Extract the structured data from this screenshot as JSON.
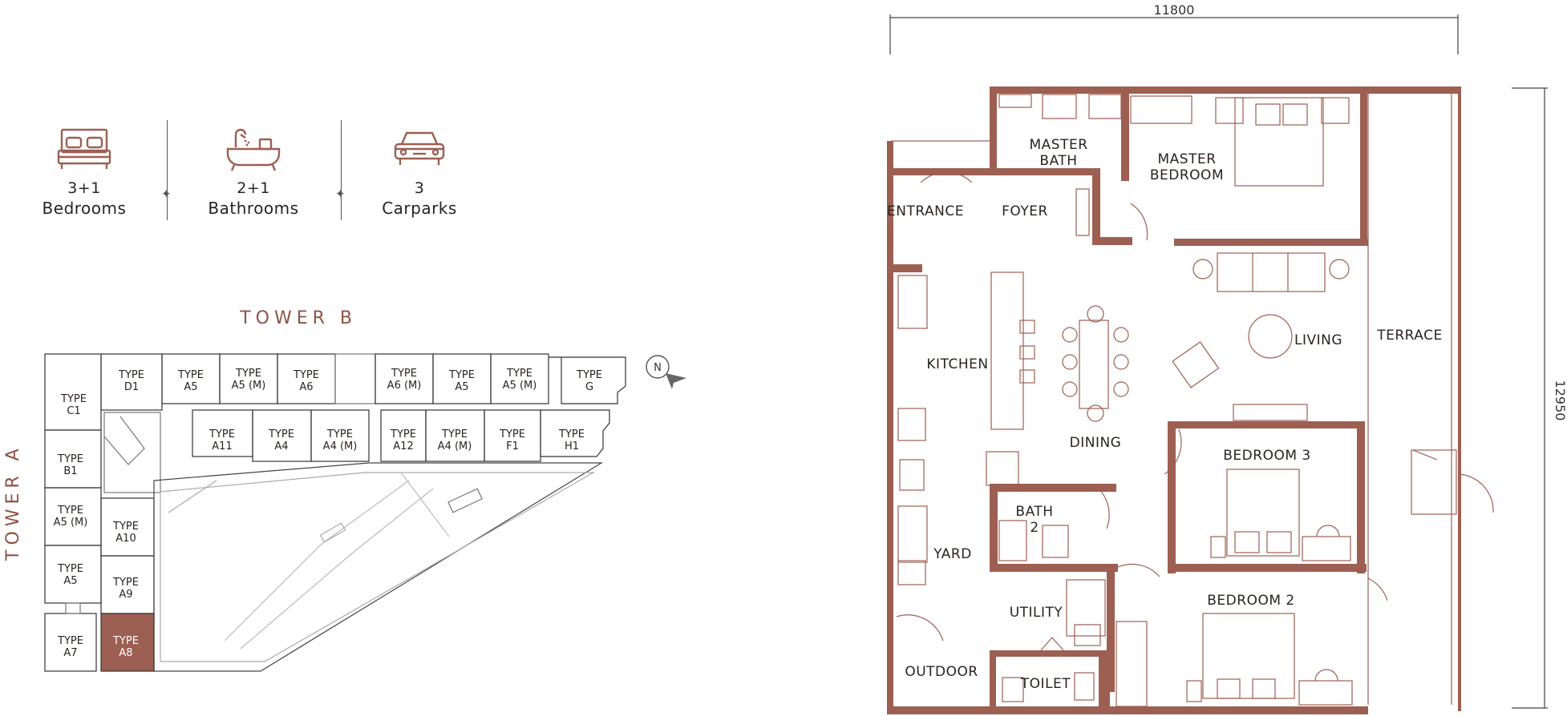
{
  "features": [
    {
      "icon": "bed-icon",
      "value": "3+1",
      "label": "Bedrooms"
    },
    {
      "icon": "bathtub-icon",
      "value": "2+1",
      "label": "Bathrooms"
    },
    {
      "icon": "car-icon",
      "value": "3",
      "label": "Carparks"
    }
  ],
  "site_plan": {
    "tower_b_label": "TOWER B",
    "tower_a_label": "TOWER A",
    "north_label": "N",
    "units": {
      "d1": [
        "TYPE",
        "D1"
      ],
      "a5_top": [
        "TYPE",
        "A5"
      ],
      "a5m_top": [
        "TYPE",
        "A5 (M)"
      ],
      "a6": [
        "TYPE",
        "A6"
      ],
      "a6m": [
        "TYPE",
        "A6 (M)"
      ],
      "a5_top2": [
        "TYPE",
        "A5"
      ],
      "a5m_top2": [
        "TYPE",
        "A5 (M)"
      ],
      "g": [
        "TYPE",
        "G"
      ],
      "c1": [
        "TYPE",
        "C1"
      ],
      "a11": [
        "TYPE",
        "A11"
      ],
      "a4": [
        "TYPE",
        "A4"
      ],
      "a4m": [
        "TYPE",
        "A4 (M)"
      ],
      "a12": [
        "TYPE",
        "A12"
      ],
      "a4m2": [
        "TYPE",
        "A4 (M)"
      ],
      "f1": [
        "TYPE",
        "F1"
      ],
      "h1": [
        "TYPE",
        "H1"
      ],
      "b1": [
        "TYPE",
        "B1"
      ],
      "a5m_left": [
        "TYPE",
        "A5 (M)"
      ],
      "a5_left": [
        "TYPE",
        "A5"
      ],
      "a7": [
        "TYPE",
        "A7"
      ],
      "a10": [
        "TYPE",
        "A10"
      ],
      "a9": [
        "TYPE",
        "A9"
      ],
      "a8": [
        "TYPE",
        "A8"
      ]
    },
    "highlight_color": "#9c5f52"
  },
  "floor_plan": {
    "dim_width": "11800",
    "dim_height": "12950",
    "wall_color": "#9c5f52",
    "rooms": {
      "master_bath": [
        "MASTER",
        "BATH"
      ],
      "master_bedroom": [
        "MASTER",
        "BEDROOM"
      ],
      "entrance": "ENTRANCE",
      "foyer": "FOYER",
      "kitchen": "KITCHEN",
      "living": "LIVING",
      "terrace": "TERRACE",
      "dining": "DINING",
      "bedroom3": "BEDROOM 3",
      "bath2": [
        "BATH",
        "2"
      ],
      "yard": "YARD",
      "utility": "UTILITY",
      "bedroom2": "BEDROOM 2",
      "outdoor": "OUTDOOR",
      "toilet": "TOILET"
    }
  }
}
